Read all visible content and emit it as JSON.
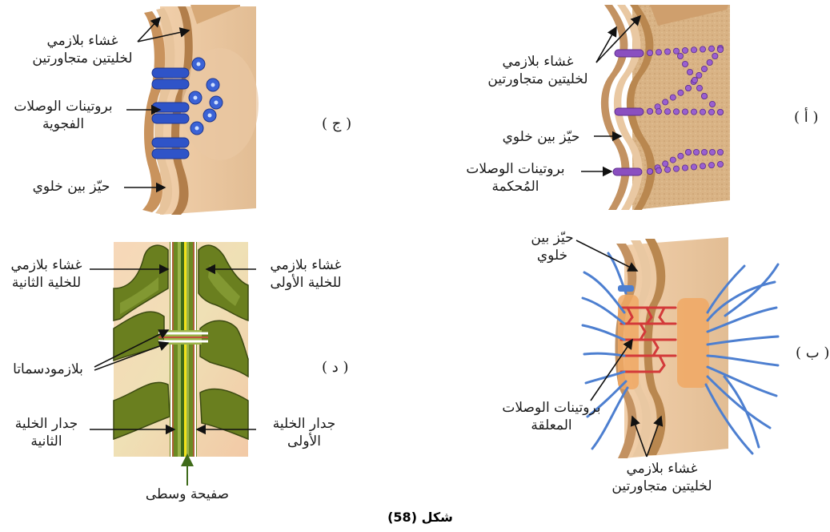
{
  "figure": {
    "caption": "شكل (58)"
  },
  "panels": {
    "a": {
      "tag": "( أ )",
      "labels": {
        "membranes_line1": "غشاء بلازمي",
        "membranes_line2": "لخليتين متجاورتين",
        "space": "حيّز بين خلوي",
        "proteins_line1": "بروتينات الوصلات",
        "proteins_line2": "المُحكمة"
      }
    },
    "b": {
      "tag": "( ب )",
      "labels": {
        "space_line1": "حيّز بين",
        "space_line2": "خلوي",
        "proteins_line1": "بروتينات الوصلات",
        "proteins_line2": "المعلقة",
        "membranes_line1": "غشاء بلازمي",
        "membranes_line2": "لخليتين متجاورتين"
      }
    },
    "c": {
      "tag": "( ج )",
      "labels": {
        "membranes_line1": "غشاء بلازمي",
        "membranes_line2": "لخليتين متجاورتين",
        "proteins_line1": "بروتينات الوصلات",
        "proteins_line2": "الفجوية",
        "space": "حيّز بين خلوي"
      }
    },
    "d": {
      "tag": "( د )",
      "labels": {
        "membrane_second_line1": "غشاء بلازمي",
        "membrane_second_line2": "للخلية الثانية",
        "membrane_first_line1": "غشاء بلازمي",
        "membrane_first_line2": "للخلية الأولى",
        "plasmodesmata": "بلازمودسماتا",
        "wall_second_line1": "جدار الخلية",
        "wall_second_line2": "الثانية",
        "wall_first_line1": "جدار الخلية",
        "wall_first_line2": "الأولى",
        "middle_lamella": "صفيحة وسطى"
      }
    }
  },
  "colors": {
    "tissue": "#e3bf94",
    "tissue_dark": "#b98a5a",
    "tight_protein": "#8a4fc0",
    "gap_protein": "#2f54c8",
    "desmosome_protein": "#d33a3a",
    "filament": "#4d7fd0",
    "plant_wall": "#5e7a1e",
    "middle_lamella": "#f2e21a"
  }
}
